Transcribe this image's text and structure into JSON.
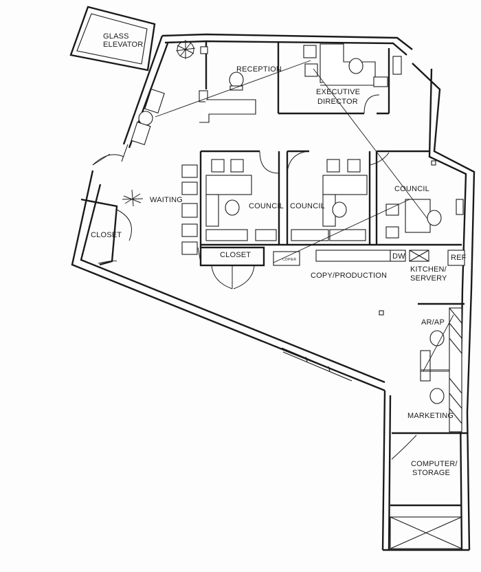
{
  "labels": {
    "glass_elevator_1": "GLASS",
    "glass_elevator_2": "ELEVATOR",
    "reception": "RECEPTION",
    "executive_director_1": "EXECUTIVE",
    "executive_director_2": "DIRECTOR",
    "council_1": "COUNCIL",
    "council_2": "COUNCIL",
    "council_3": "COUNCIL",
    "waiting": "WAITING",
    "closet_left": "CLOSET",
    "closet_center": "CLOSET",
    "copier": "COPIER",
    "copy_production": "COPY/PRODUCTION",
    "dw": "DW",
    "kitchen_1": "KITCHEN/",
    "kitchen_2": "SERVERY",
    "ref": "REF",
    "ar_ap": "AR/AP",
    "marketing": "MARKETING",
    "computer_storage_1": "COMPUTER/",
    "computer_storage_2": "STORAGE"
  },
  "colors": {
    "ink": "#1a1a1a",
    "paper": "#fdfdfd"
  }
}
